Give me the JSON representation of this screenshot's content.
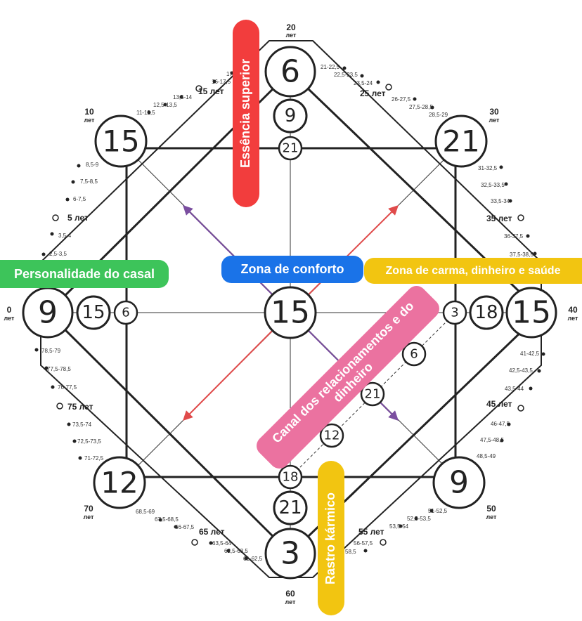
{
  "labels": {
    "essencia": "Essência superior",
    "personalidade": "Personalidade do casal",
    "conforto": "Zona de conforto",
    "carma": "Zona de carma, dinheiro e saúde",
    "canal": "Canal dos relacionamentos e do dinheiro",
    "rastro": "Rastro kármico"
  },
  "colors": {
    "essencia": "#f23d3d",
    "personalidade": "#3dc45a",
    "conforto": "#1a73e8",
    "carma": "#f2c511",
    "canal": "#eb72a0",
    "rastro": "#f2c511",
    "arrow_purple": "#7b4fa0",
    "arrow_red": "#e04b4b"
  },
  "numbers": {
    "top": "6",
    "top2": "9",
    "top3": "21",
    "top_left": "15",
    "top_right": "21",
    "left": "9",
    "left2": "15",
    "left3": "6",
    "center": "15",
    "right": "15",
    "right2": "18",
    "right3": "3",
    "bottom_left": "12",
    "bottom_right": "9",
    "bottom": "3",
    "bottom2": "21",
    "bottom3": "18",
    "channel_1": "6",
    "channel_2": "21",
    "channel_3": "12"
  },
  "ages": {
    "a0": "0",
    "a10": "10",
    "a20": "20",
    "a30": "30",
    "a40": "40",
    "a50": "50",
    "a60": "60",
    "a70": "70",
    "unit": "лет",
    "m5": "5 лет",
    "m15": "15 лет",
    "m25": "25 лет",
    "m35": "35 лет",
    "m45": "45 лет",
    "m55": "55 лет",
    "m65": "65 лет",
    "m75": "75 лет"
  },
  "small_ages": {
    "s1": "2,5-3,5",
    "s2": "3,5-4",
    "s3": "6-7,5",
    "s4": "7,5-8,5",
    "s5": "8,5-9",
    "s6": "11-12,5",
    "s7": "12,5-13,5",
    "s8": "13,5-14",
    "s9": "16-17,5",
    "s10": "17",
    "s11": "21-22,5",
    "s12": "22,5-23,5",
    "s13": "23,5-24",
    "s14": "26-27,5",
    "s15": "27,5-28,5",
    "s16": "28,5-29",
    "s17": "31-32,5",
    "s18": "32,5-33,5",
    "s19": "33,5-34",
    "s20": "36-37,5",
    "s21": "37,5-38,5",
    "s22": "41-42,5",
    "s23": "42,5-43,5",
    "s24": "43,5-44",
    "s25": "46-47,5",
    "s26": "47,5-48,5",
    "s27": "48,5-49",
    "s28": "51-52,5",
    "s29": "52,5-53,5",
    "s30": "53,5-54",
    "s31": "56-57,5",
    "s32": "58,5",
    "s33": "61-62,5",
    "s34": "62,5-63,5",
    "s35": "63,5-64",
    "s36": "66-67,5",
    "s37": "67,5-68,5",
    "s38": "68,5-69",
    "s39": "71-72,5",
    "s40": "72,5-73,5",
    "s41": "73,5-74",
    "s42": "76-77,5",
    "s43": "77,5-78,5",
    "s44": "78,5-79"
  }
}
